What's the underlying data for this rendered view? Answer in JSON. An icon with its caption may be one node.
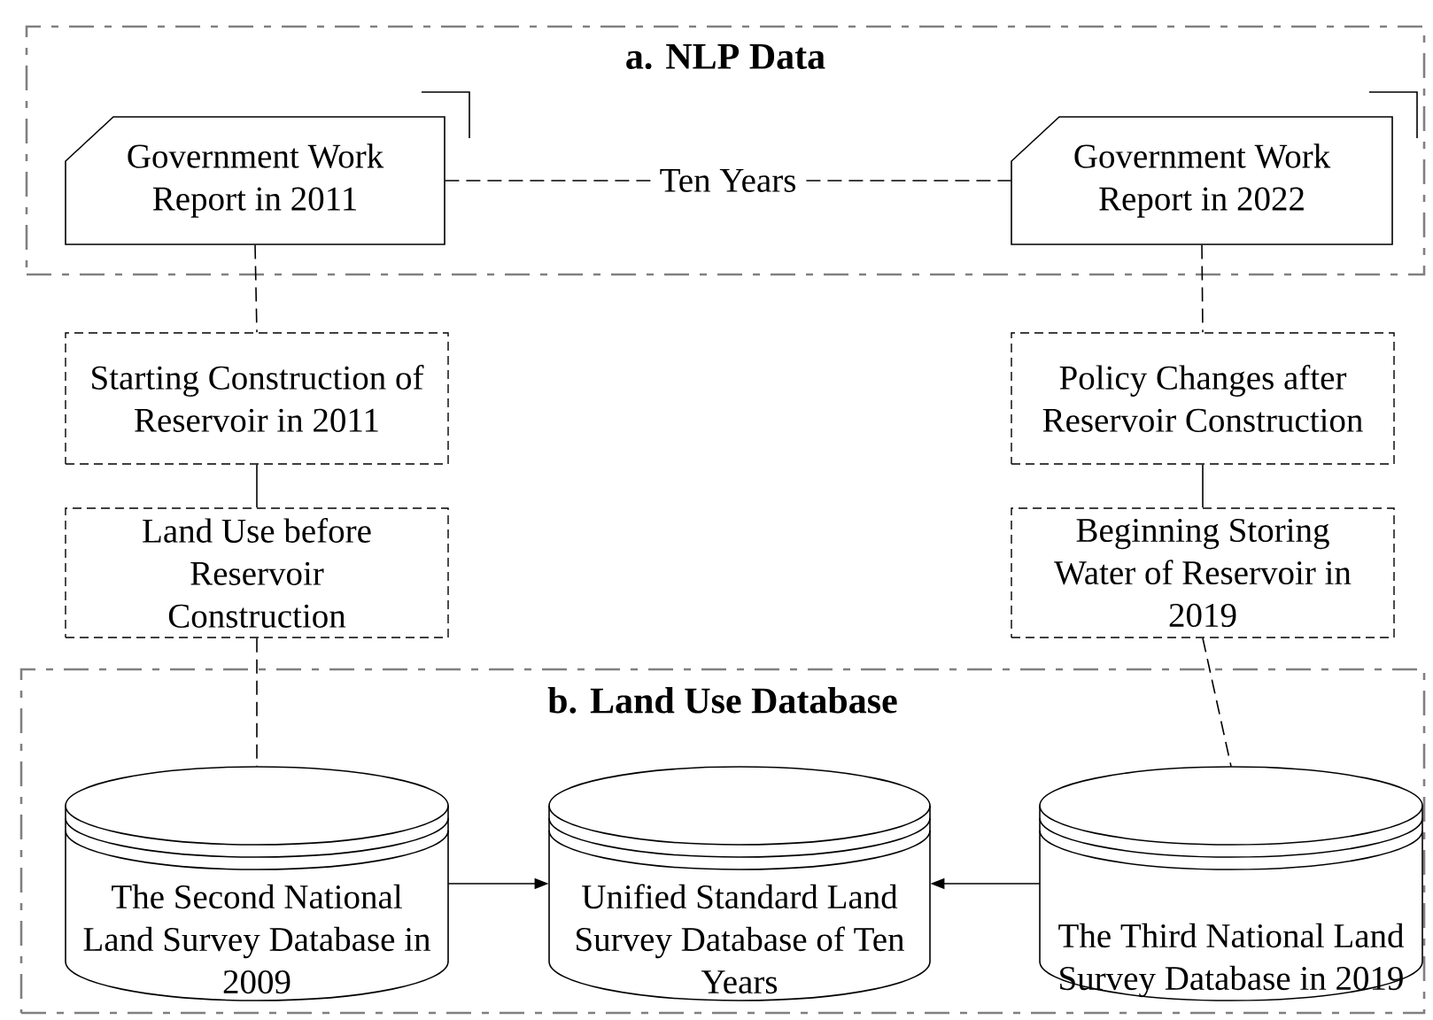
{
  "diagram": {
    "nodes": [
      {
        "text": [
          "a. NLP Data"
        ]
      },
      {
        "text": [
          "Government Work Report in 2011"
        ],
        "in": 0
      },
      {
        "text": [
          "Government Work Report in 2022"
        ],
        "in": 0
      },
      {
        "text": [
          "Starting Construction of Reservoir in 2011"
        ]
      },
      {
        "text": [
          "Land Use before Reservoir Construction"
        ]
      },
      {
        "text": [
          "Policy Changes after Reservoir Construction"
        ]
      },
      {
        "text": [
          "Beginning Storing Water of Reservoir in 2019"
        ]
      },
      {
        "text": [
          "b. Land Use Database"
        ]
      },
      {
        "text": [
          "The Second National Land Survey Database in 2009"
        ],
        "in": 7
      },
      {
        "text": [
          "Unified Standard Land Survey Database of Ten Years"
        ],
        "in": 7
      },
      {
        "text": [
          "The Third National Land Survey Database in 2019"
        ],
        "in": 7
      }
    ],
    "edges": [
      {
        "from": 1,
        "to": 2,
        "arrow": "none",
        "style": "dashed",
        "label": "Ten Years"
      },
      {
        "from": 1,
        "to": 3,
        "arrow": "none",
        "style": "dashed"
      },
      {
        "from": 3,
        "to": 4,
        "arrow": "none"
      },
      {
        "from": 4,
        "to": 8,
        "arrow": "none",
        "style": "dashed"
      },
      {
        "from": 2,
        "to": 5,
        "arrow": "none",
        "style": "dashed"
      },
      {
        "from": 5,
        "to": 6,
        "arrow": "none"
      },
      {
        "from": 6,
        "to": 10,
        "arrow": "none",
        "style": "dashed"
      },
      {
        "from": 8,
        "to": 9,
        "arrow": "to"
      },
      {
        "from": 10,
        "to": 9,
        "arrow": "to"
      }
    ]
  }
}
